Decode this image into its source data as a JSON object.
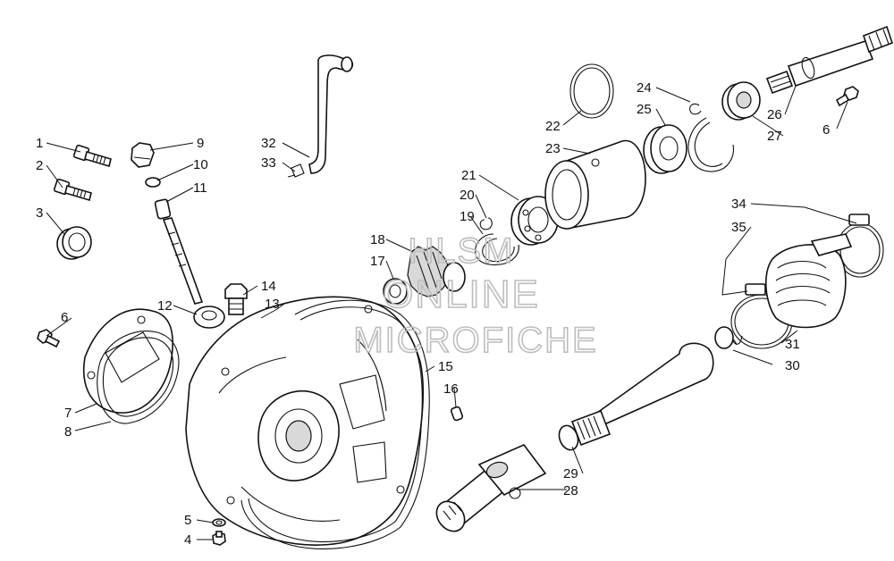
{
  "watermark": {
    "line1": "HLSM",
    "line2": "ONLINE",
    "line3": "MICROFICHE"
  },
  "callouts": [
    {
      "id": "1",
      "label": "1"
    },
    {
      "id": "2",
      "label": "2"
    },
    {
      "id": "3",
      "label": "3"
    },
    {
      "id": "4",
      "label": "4"
    },
    {
      "id": "5",
      "label": "5"
    },
    {
      "id": "6a",
      "label": "6"
    },
    {
      "id": "6b",
      "label": "6"
    },
    {
      "id": "7",
      "label": "7"
    },
    {
      "id": "8",
      "label": "8"
    },
    {
      "id": "9",
      "label": "9"
    },
    {
      "id": "10",
      "label": "10"
    },
    {
      "id": "11",
      "label": "11"
    },
    {
      "id": "12",
      "label": "12"
    },
    {
      "id": "13",
      "label": "13"
    },
    {
      "id": "14",
      "label": "14"
    },
    {
      "id": "15",
      "label": "15"
    },
    {
      "id": "16",
      "label": "16"
    },
    {
      "id": "17",
      "label": "17"
    },
    {
      "id": "18",
      "label": "18"
    },
    {
      "id": "19",
      "label": "19"
    },
    {
      "id": "20",
      "label": "20"
    },
    {
      "id": "21",
      "label": "21"
    },
    {
      "id": "22",
      "label": "22"
    },
    {
      "id": "23",
      "label": "23"
    },
    {
      "id": "24",
      "label": "24"
    },
    {
      "id": "25",
      "label": "25"
    },
    {
      "id": "26",
      "label": "26"
    },
    {
      "id": "27",
      "label": "27"
    },
    {
      "id": "28",
      "label": "28"
    },
    {
      "id": "29",
      "label": "29"
    },
    {
      "id": "30",
      "label": "30"
    },
    {
      "id": "31",
      "label": "31"
    },
    {
      "id": "32",
      "label": "32"
    },
    {
      "id": "33",
      "label": "33"
    },
    {
      "id": "34",
      "label": "34"
    },
    {
      "id": "35",
      "label": "35"
    }
  ]
}
